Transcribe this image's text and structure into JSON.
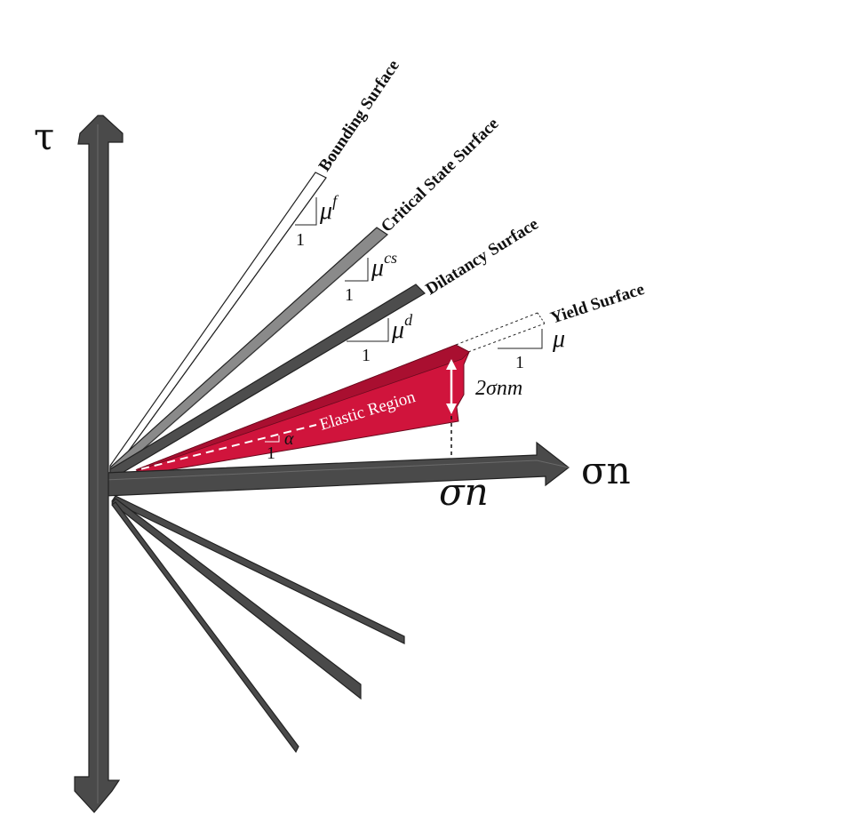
{
  "axes": {
    "vertical_symbol": "τ",
    "horizontal_symbol": "σn",
    "horizontal_tick_symbol": "σn"
  },
  "surfaces": [
    {
      "label": "Bounding Surface",
      "slope_symbol": "μ",
      "slope_superscript": "f",
      "run_label": "1",
      "color": "#ffffff"
    },
    {
      "label": "Critical State Surface",
      "slope_symbol": "μ",
      "slope_superscript": "cs",
      "run_label": "1",
      "color": "#8a8a8a"
    },
    {
      "label": "Dilatancy Surface",
      "slope_symbol": "μ",
      "slope_superscript": "d",
      "run_label": "1",
      "color": "#4d4d4d"
    },
    {
      "label": "Yield Surface",
      "slope_symbol": "μ",
      "slope_superscript": "",
      "run_label": "1",
      "color": "#ffffff"
    }
  ],
  "elastic_region": {
    "label": "Elastic Region",
    "width_symbol": "2σnm",
    "angle_symbol": "α",
    "angle_run_label": "1",
    "color": "#d0143c"
  },
  "colors": {
    "axis_fill": "#4a4a4a",
    "axis_edge": "#222222",
    "elastic_fill": "#d0143c",
    "elastic_top": "#a90f30"
  }
}
